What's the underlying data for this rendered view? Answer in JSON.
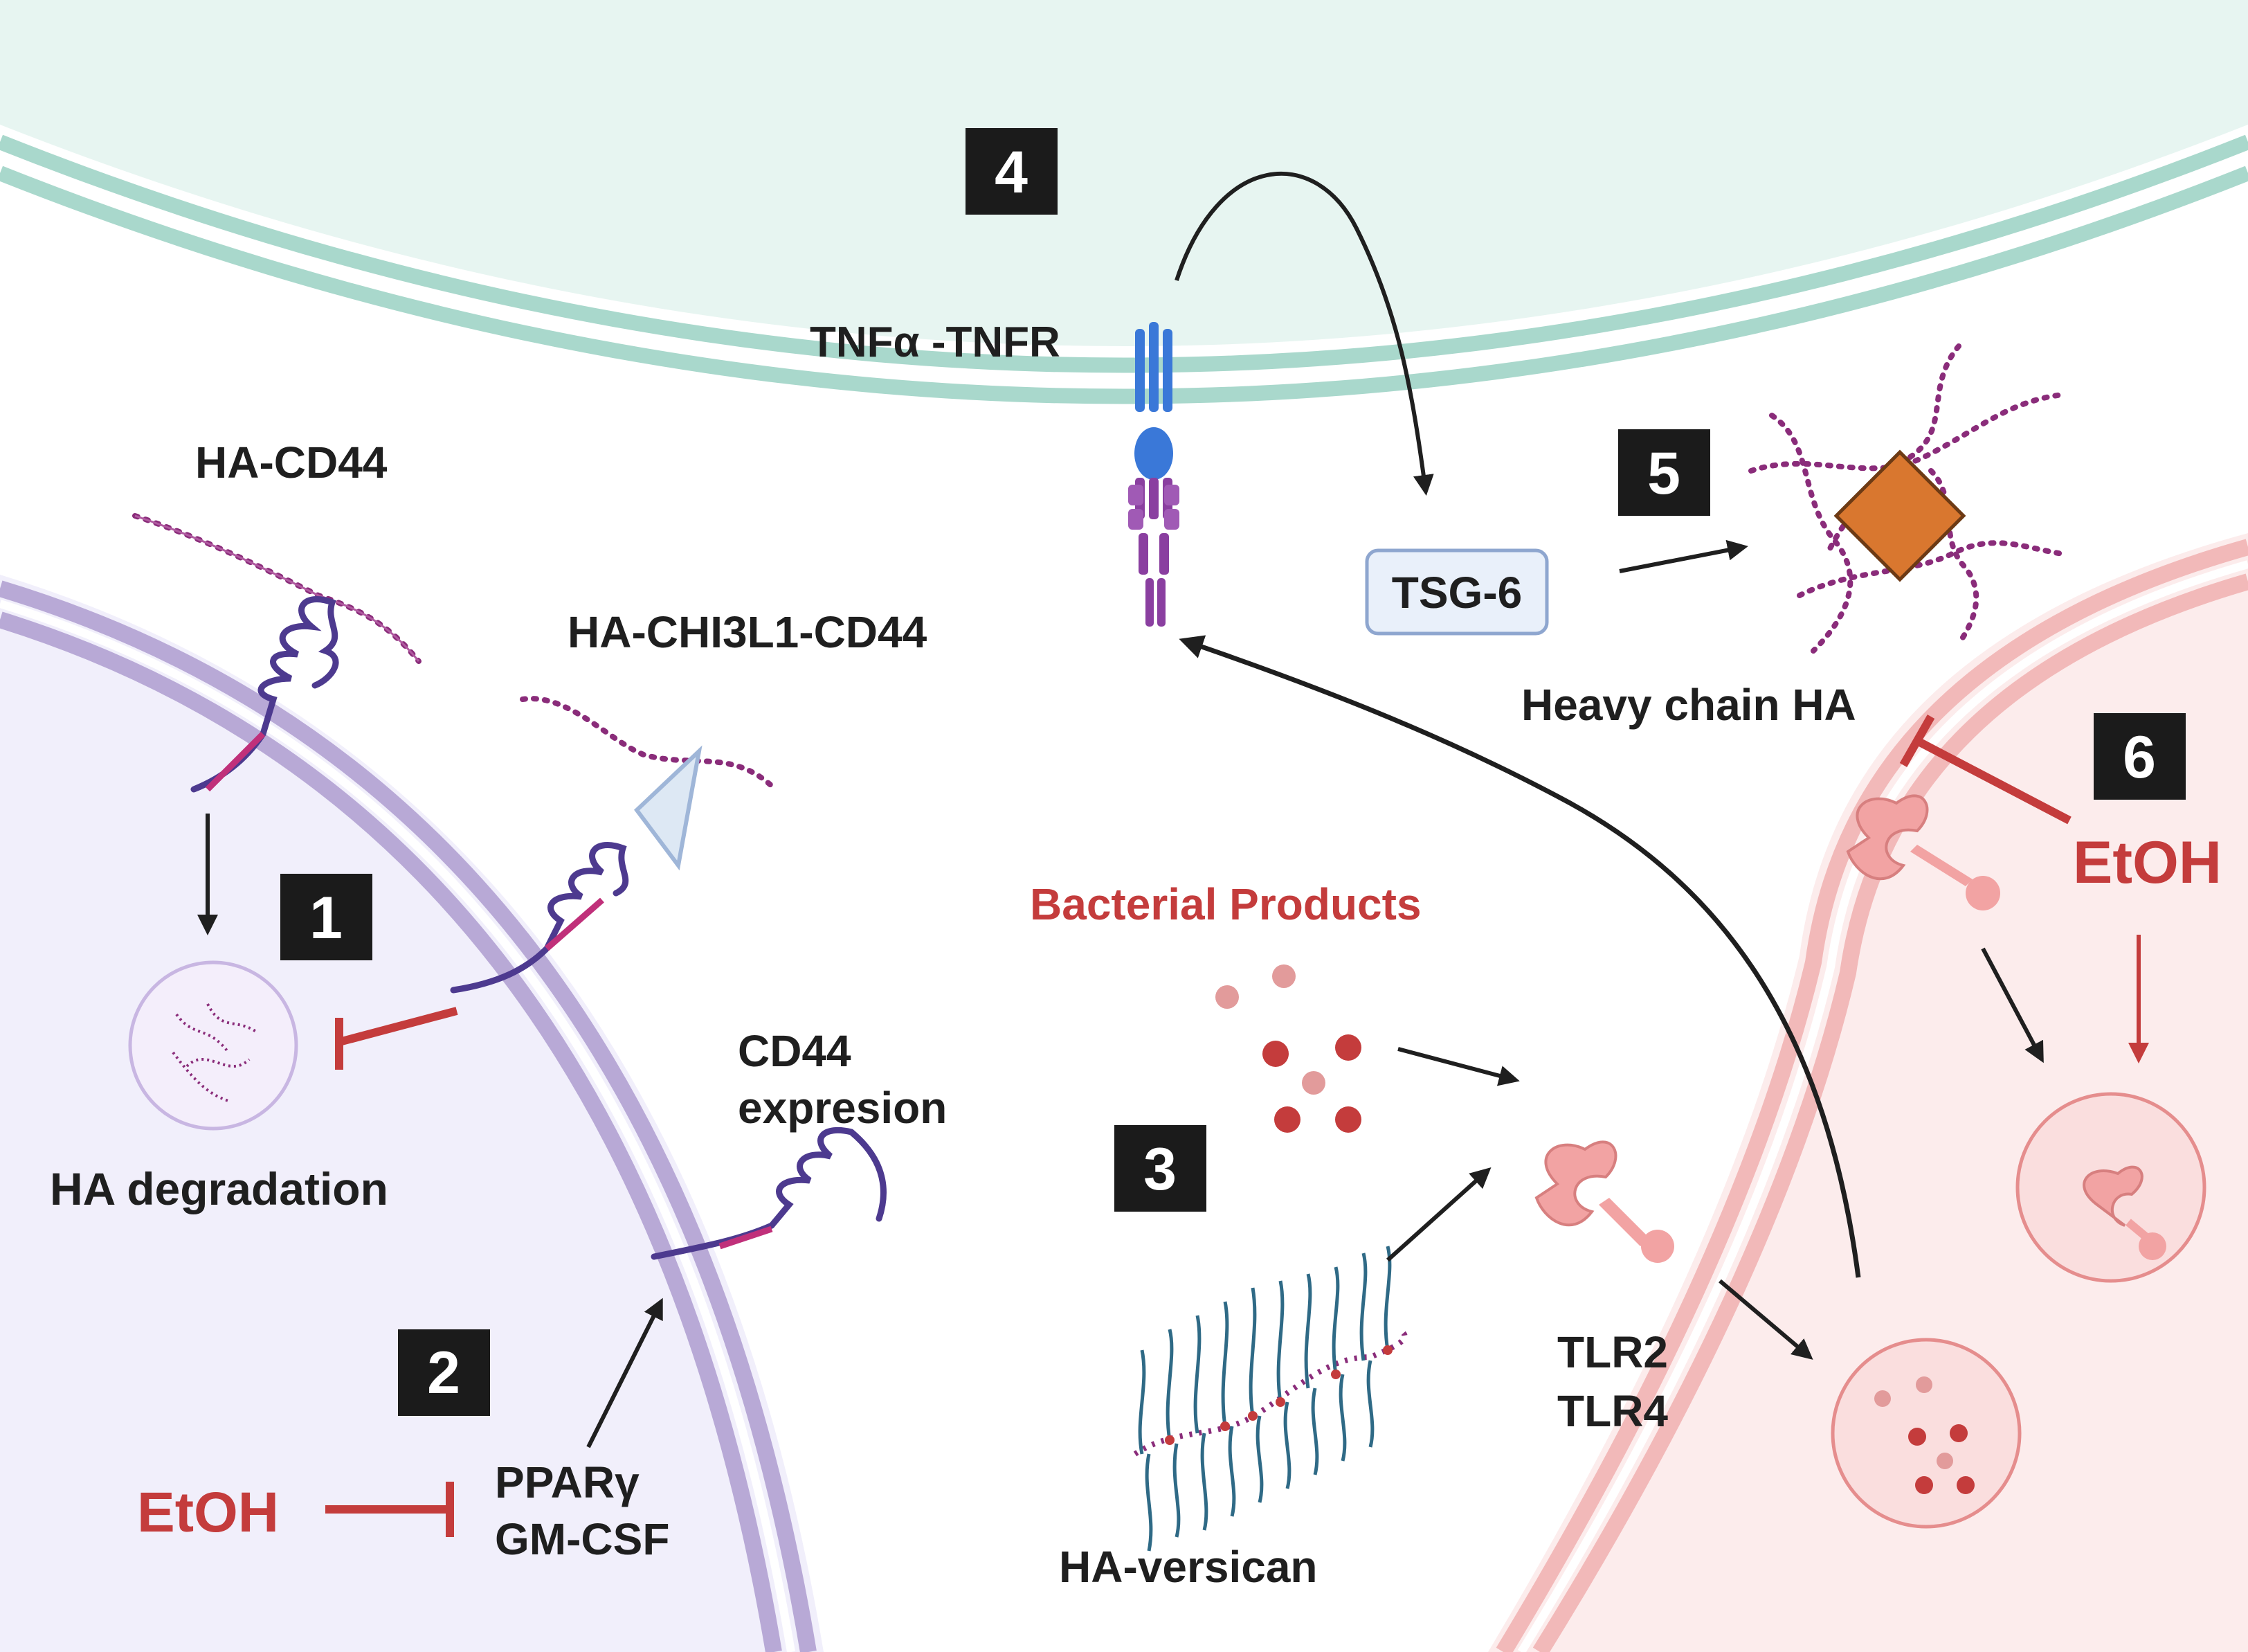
{
  "labels": {
    "ha_cd44": "HA-CD44",
    "ha_chi3l1_cd44": "HA-CHI3L1-CD44",
    "ha_degradation": "HA degradation",
    "cd44_expression_1": "CD44",
    "cd44_expression_2": "expresion",
    "pparg": "PPARγ",
    "gmcsf": "GM-CSF",
    "etoh_left": "EtOH",
    "tnfa_tnfr": "TNFα -TNFR",
    "tsg6": "TSG-6",
    "heavy_chain_ha": "Heavy chain HA",
    "etoh_right": "EtOH",
    "bacterial_products": "Bacterial Products",
    "tlr2": "TLR2",
    "tlr4": "TLR4",
    "ha_versican": "HA-versican"
  },
  "steps": [
    "1",
    "2",
    "3",
    "4",
    "5",
    "6"
  ],
  "colors": {
    "top_cell": "#e7f5f1",
    "top_membrane": "#a9d8cc",
    "left_cell": "#f1effb",
    "left_membrane": "#b8a9d6",
    "right_cell": "#fcecec",
    "right_membrane": "#f2b9b9",
    "inhibit_red": "#c43c3c",
    "badge": "#1b1b1b",
    "ha_chain": "#8a2c7a",
    "cd44": "#4d3a8f",
    "tlr": "#f2a3a3",
    "tsg6_fill": "#e9f0fa",
    "tsg6_stroke": "#8ea6cf",
    "hc_diamond": "#d9772f",
    "tnfr_blue": "#3a78d8",
    "tnfr_purple": "#8a3fa0"
  }
}
